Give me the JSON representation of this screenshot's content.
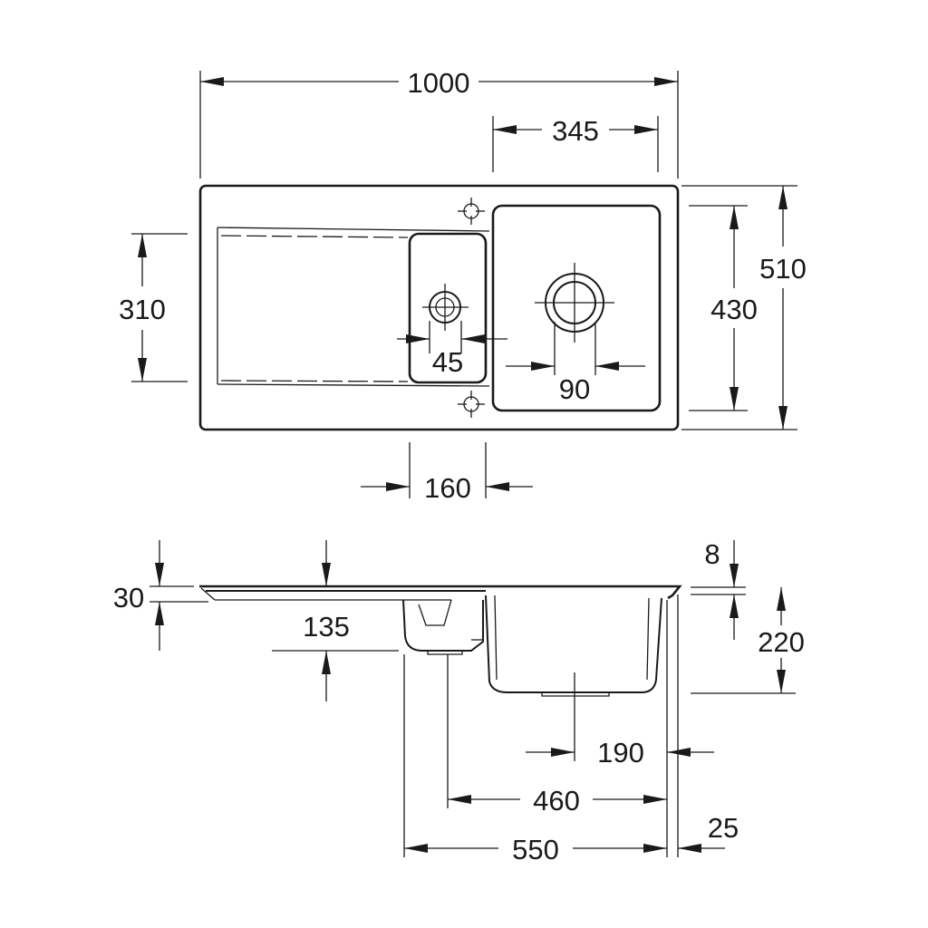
{
  "top_view": {
    "overall_width": "1000",
    "main_bowl_width": "345",
    "overall_depth": "510",
    "main_bowl_depth": "430",
    "drainer_depth": "310",
    "small_waste_offset": "45",
    "main_waste_offset": "90",
    "small_bowl_width": "160"
  },
  "side_view": {
    "rim_thickness": "30",
    "small_bowl_depth": "135",
    "rim_top": "8",
    "main_bowl_depth": "220",
    "main_waste_offset": "190",
    "waste_distance": "460",
    "bowls_width": "550",
    "end_overhang": "25"
  }
}
